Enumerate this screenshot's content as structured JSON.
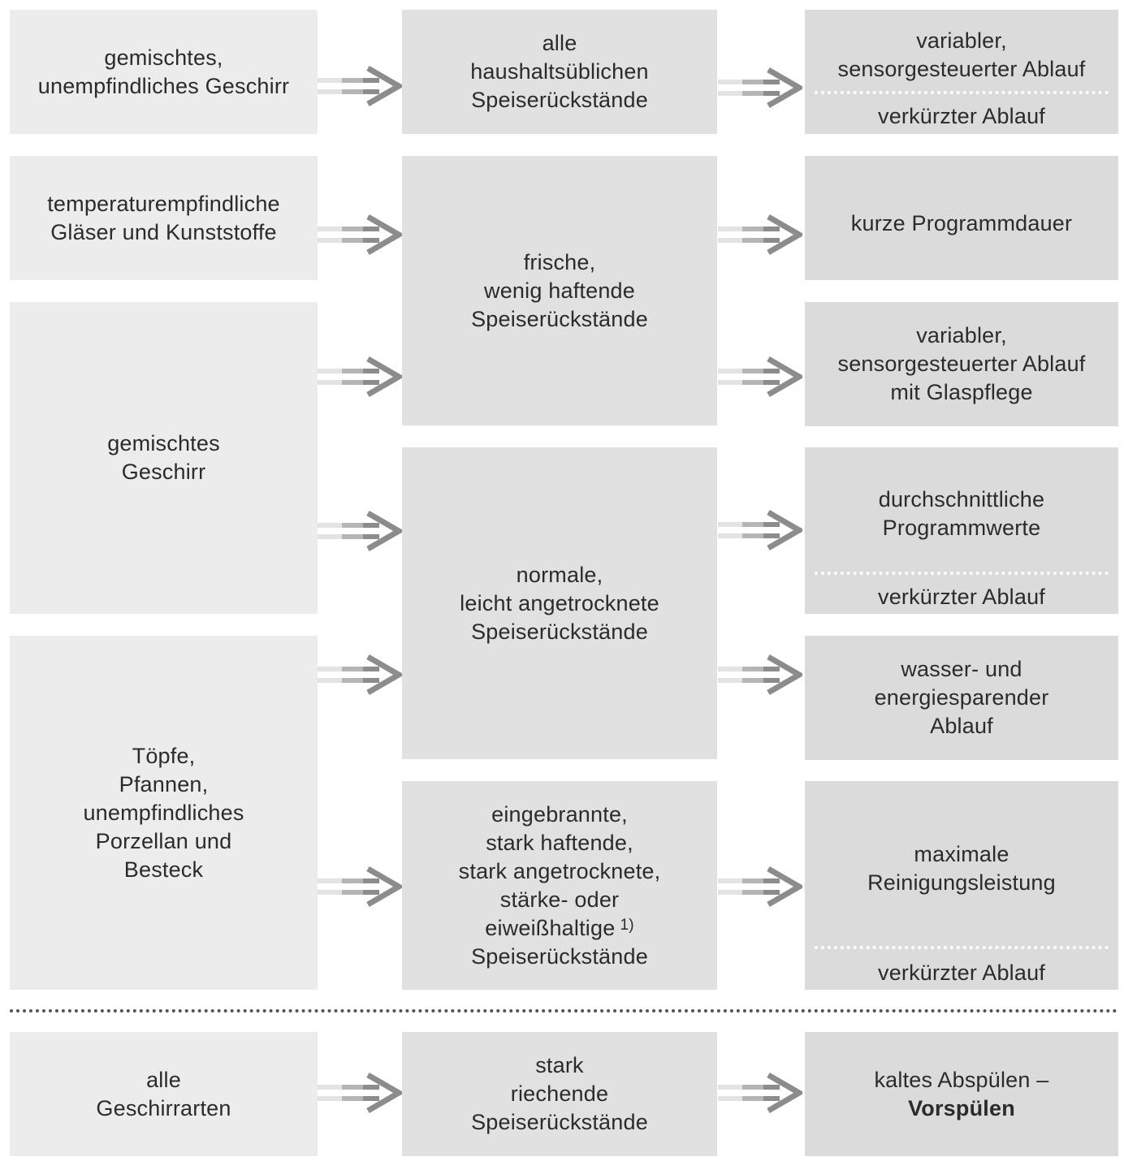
{
  "colors": {
    "box_light": "#ececec",
    "box_mid": "#e1e1e1",
    "box_dark": "#dbdbdb",
    "arrow": "#8c8c8c",
    "separator_dots": "#555555"
  },
  "icons": {
    "flow": "double-arrow-right-icon"
  },
  "left": {
    "mixed_robust": [
      "gemischtes,",
      "unempfindliches Geschirr"
    ],
    "temp_sensitive": [
      "temperaturempfindliche",
      "Gläser und Kunststoffe"
    ],
    "mixed": [
      "gemischtes",
      "Geschirr"
    ],
    "pots": [
      "Töpfe,",
      "Pfannen,",
      "unempfindliches",
      "Porzellan und",
      "Besteck"
    ],
    "all": [
      "alle",
      "Geschirrarten"
    ]
  },
  "middle": {
    "household": [
      "alle",
      "haushaltsüblichen",
      "Speiserückstände"
    ],
    "fresh": [
      "frische,",
      "wenig haftende",
      "Speiserückstände"
    ],
    "normal": [
      "normale,",
      "leicht angetrocknete",
      "Speiserückstände"
    ],
    "burnt": [
      "eingebrannte,",
      "stark haftende,",
      "stark angetrocknete,",
      "stärke- oder",
      "eiweißhaltige",
      "Speiserückstände"
    ],
    "burnt_footnote": "1)",
    "smelly": [
      "stark",
      "riechende",
      "Speiserückstände"
    ]
  },
  "right": {
    "variable": [
      "variabler,",
      "sensorgesteuerter Ablauf"
    ],
    "variable_short": "verkürzter Ablauf",
    "short_duration": "kurze Programmdauer",
    "variable_glass": [
      "variabler,",
      "sensorgesteuerter Ablauf",
      "mit Glaspflege"
    ],
    "average": [
      "durchschnittliche",
      "Programmwerte"
    ],
    "average_short": "verkürzter Ablauf",
    "eco": [
      "wasser- und",
      "energiesparender",
      "Ablauf"
    ],
    "max": [
      "maximale",
      "Reinigungsleistung"
    ],
    "max_short": "verkürzter Ablauf",
    "prerinse_line1": "kaltes Abspülen –",
    "prerinse_line2": "Vorspülen"
  }
}
